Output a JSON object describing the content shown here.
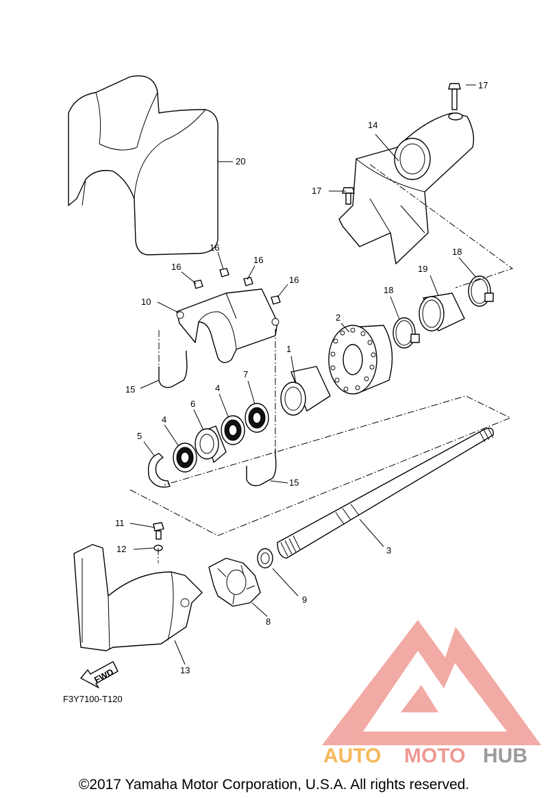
{
  "diagram": {
    "figure_code": "F3Y7100-T120",
    "fwd_label": "FWD",
    "copyright": "©2017 Yamaha Motor Corporation, U.S.A. All rights reserved.",
    "watermark": {
      "part1": "AUTO",
      "part2": "MOTO",
      "part3": "HUB"
    },
    "colors": {
      "line": "#000000",
      "watermark_red": "#e24a3f",
      "watermark_orange": "#f5a623",
      "watermark_gray": "#8a8a8a"
    },
    "callouts": {
      "c1": "1",
      "c2": "2",
      "c3": "3",
      "c4a": "4",
      "c4b": "4",
      "c5": "5",
      "c6": "6",
      "c7": "7",
      "c8": "8",
      "c9": "9",
      "c10": "10",
      "c11": "11",
      "c12": "12",
      "c13": "13",
      "c14": "14",
      "c15a": "15",
      "c15b": "15",
      "c16a": "16",
      "c16b": "16",
      "c16c": "16",
      "c16d": "16",
      "c17a": "17",
      "c17b": "17",
      "c18a": "18",
      "c18b": "18",
      "c19": "19",
      "c20": "20"
    }
  }
}
